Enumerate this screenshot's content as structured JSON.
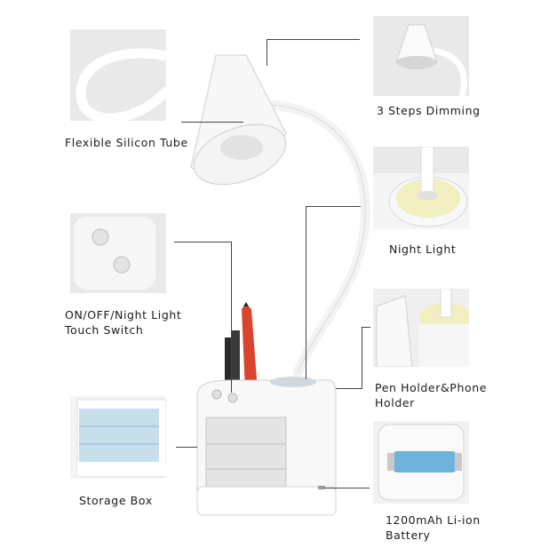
{
  "labels": {
    "tube": "Flexible Silicon Tube",
    "dimming": "3 Steps Dimming",
    "night_light": "Night Light",
    "switch_line1": "ON/OFF/Night Light",
    "switch_line2": "Touch Switch",
    "pen_line1": "Pen Holder&Phone",
    "pen_line2": "Holder",
    "storage": "Storage Box",
    "battery_line1": "1200mAh Li-ion",
    "battery_line2": "Battery"
  },
  "colors": {
    "background": "#ffffff",
    "thumb_bg": "#e9e9e9",
    "lamp_white": "#f7f7f7",
    "night_glow": "#f1eec0",
    "battery_blue": "#6fb3dc",
    "pencil_red": "#d9442c",
    "storage_blue": "#b9d6e6"
  }
}
